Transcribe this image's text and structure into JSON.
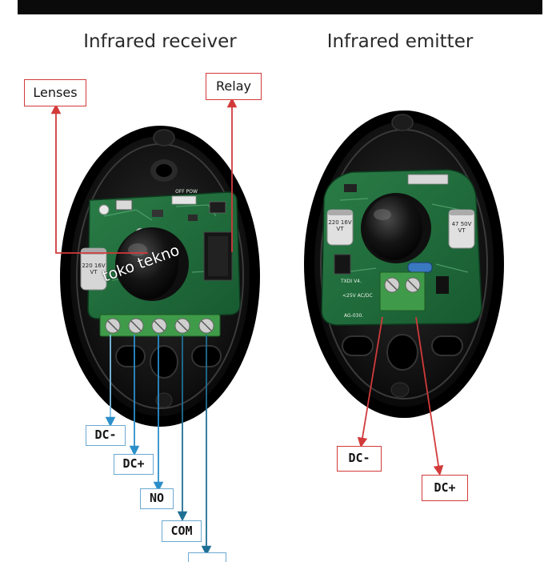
{
  "headings": {
    "receiver": "Infrared receiver",
    "emitter": "Infrared emitter"
  },
  "callouts": {
    "lenses": "Lenses",
    "relay": "Relay"
  },
  "receiver_terminals": [
    "DC-",
    "DC+",
    "NO",
    "COM",
    ""
  ],
  "emitter_terminals": [
    "DC-",
    "DC+"
  ],
  "watermark": "toko tekno",
  "component_markings": {
    "cap_receiver": "220 16V VT",
    "cap_emitter_left": "220 16V VT",
    "cap_emitter_right": "47 50V VT",
    "board_emitter": "TXDI V4.",
    "board_emitter_volt": "<25V AC/DC",
    "board_emitter_code": "AG-030.",
    "switch_receiver": "OFF POW"
  },
  "colors": {
    "callout_red": "#d23a3a",
    "wire_blue": "#2b8fc9",
    "board_green": "#1f6b3a",
    "terminal_green": "#3f9b49",
    "housing_black": "#0c0c0c"
  }
}
